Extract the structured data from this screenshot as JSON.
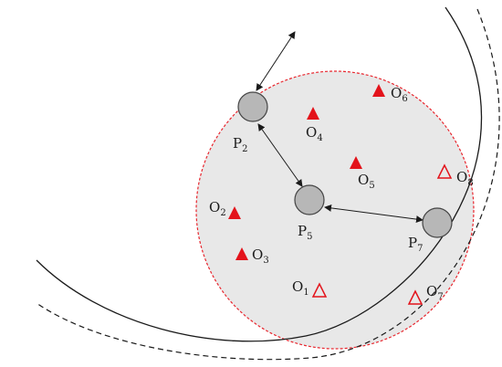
{
  "colors": {
    "region_fill": "#e8e8e8",
    "region_stroke": "#e8262e",
    "node_fill": "#b7b7b7",
    "node_stroke": "#444444",
    "filled_triangle": "#e3131b",
    "hollow_triangle": "#e3131b",
    "arcs": "#1a1a1a"
  },
  "nodes": [
    {
      "id": "p2",
      "label": "P",
      "sub": "2"
    },
    {
      "id": "p5",
      "label": "P",
      "sub": "5"
    },
    {
      "id": "p7",
      "label": "P",
      "sub": "7"
    }
  ],
  "obstacles": [
    {
      "id": "o1",
      "label": "O",
      "sub": "1",
      "style": "hollow"
    },
    {
      "id": "o2",
      "label": "O",
      "sub": "2",
      "style": "filled"
    },
    {
      "id": "o3",
      "label": "O",
      "sub": "3",
      "style": "filled"
    },
    {
      "id": "o4",
      "label": "O",
      "sub": "4",
      "style": "filled"
    },
    {
      "id": "o5",
      "label": "O",
      "sub": "5",
      "style": "filled"
    },
    {
      "id": "o6",
      "label": "O",
      "sub": "6",
      "style": "filled"
    },
    {
      "id": "o7",
      "label": "O",
      "sub": "7",
      "style": "hollow"
    },
    {
      "id": "o8",
      "label": "O",
      "sub": "8",
      "style": "hollow"
    }
  ],
  "links": [
    {
      "from": "p2",
      "to": "p5",
      "style": "double-arrow"
    },
    {
      "from": "p5",
      "to": "p7",
      "style": "double-arrow"
    },
    {
      "from": "p2",
      "to": "outside",
      "style": "double-arrow"
    }
  ]
}
